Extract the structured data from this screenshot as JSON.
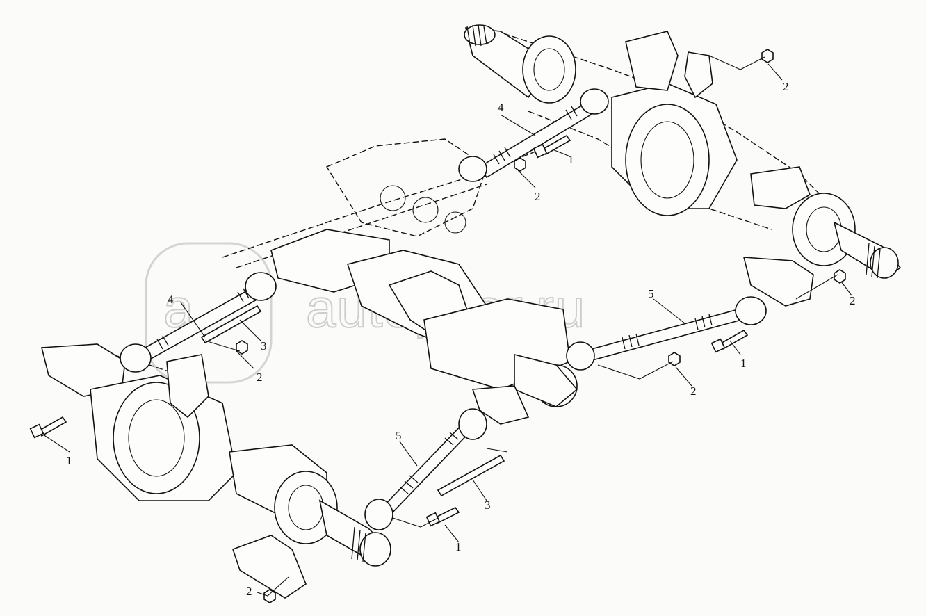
{
  "watermark": {
    "text": "autopiter.ru",
    "logo_letter": "a"
  },
  "labels": {
    "l1": "1",
    "l2": "1",
    "l3": "1",
    "l4": "1",
    "n1": "2",
    "n2": "2",
    "n3": "2",
    "n4": "2",
    "n5": "2",
    "n6": "2",
    "p1": "3",
    "p2": "3",
    "r1": "4",
    "r2": "4",
    "t1": "5",
    "t2": "5"
  }
}
